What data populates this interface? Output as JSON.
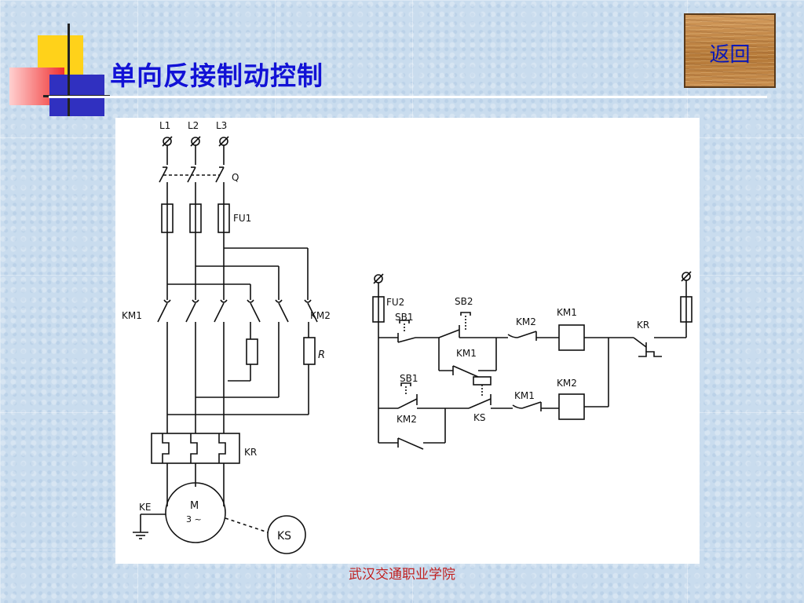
{
  "slide": {
    "title": "单向反接制动控制",
    "back_button_label": "返回",
    "footer": "武汉交通职业学院"
  },
  "diagram": {
    "main_circuit": {
      "phase_labels": [
        "L1",
        "L2",
        "L3"
      ],
      "switch_label": "Q",
      "fuse_label": "FU1",
      "contactor_forward_label": "KM1",
      "contactor_brake_label": "KM2",
      "resistor_label": "R",
      "thermal_relay_label": "KR",
      "ground_label": "KE",
      "motor_label": "M",
      "motor_spec": "3 ~",
      "speed_relay_label": "KS"
    },
    "control_circuit": {
      "fuse_label": "FU2",
      "stop_button_label": "SB1",
      "start_button_label": "SB2",
      "km1_aux_label": "KM1",
      "km2_interlock_label": "KM2",
      "km1_coil_label": "KM1",
      "kr_contact_label": "KR",
      "brake_stop_label": "SB1",
      "km2_hold_label": "KM2",
      "speed_relay_contact_label": "KS",
      "km1_interlock_label": "KM1",
      "km2_coil_label": "KM2"
    }
  },
  "colors": {
    "background": "#c9dcee",
    "title": "#1212d6",
    "footer": "#c02020",
    "back_button_wood": "#c98f50"
  },
  "icons": [
    "corner-decoration-icon",
    "wood-button-icon"
  ]
}
